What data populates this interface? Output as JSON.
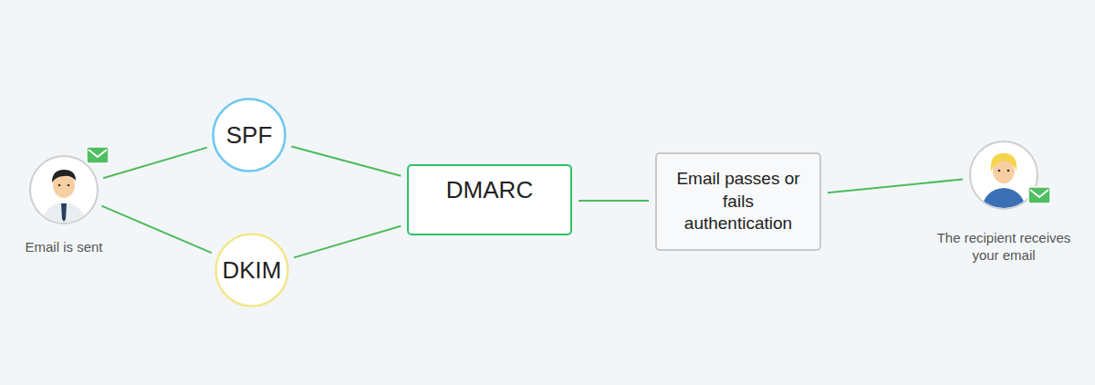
{
  "diagram": {
    "nodes": [
      {
        "text": [
          "Email is sent"
        ]
      },
      {
        "text": [
          "SPF"
        ]
      },
      {
        "text": [
          "DKIM"
        ]
      },
      {
        "text": [
          "DMARC"
        ]
      },
      {
        "text": [
          "Email passes or fails authentication"
        ]
      },
      {
        "text": [
          "The recipient receives your email"
        ]
      }
    ],
    "edges": [
      {
        "from": 0,
        "to": 1,
        "arrow": "none"
      },
      {
        "from": 0,
        "to": 2,
        "arrow": "none"
      },
      {
        "from": 1,
        "to": 3,
        "arrow": "none"
      },
      {
        "from": 2,
        "to": 3,
        "arrow": "none"
      },
      {
        "from": 3,
        "to": 4,
        "arrow": "none"
      },
      {
        "from": 4,
        "to": 5,
        "arrow": "none"
      }
    ]
  }
}
